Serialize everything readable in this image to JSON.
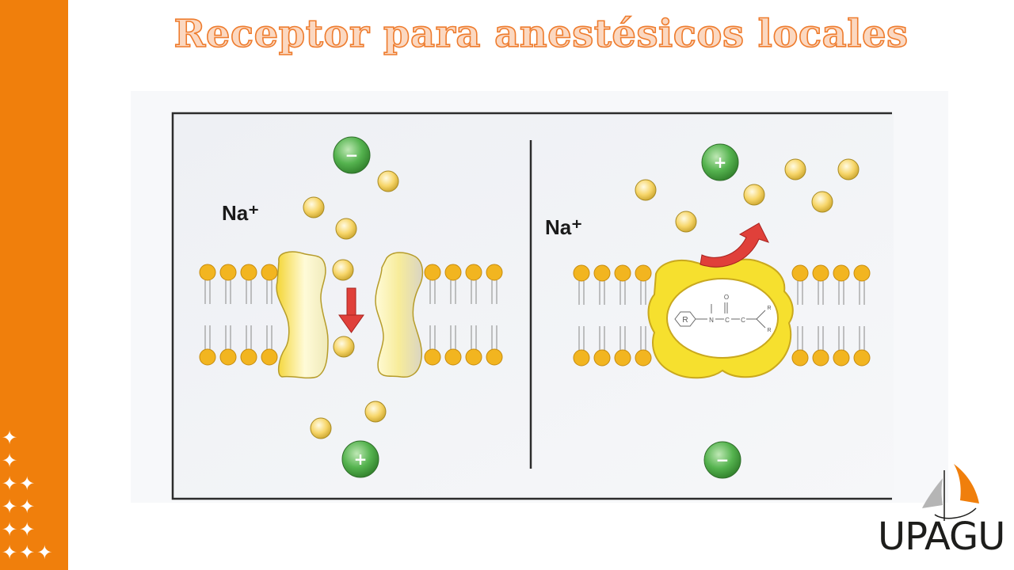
{
  "slide": {
    "title": "Receptor para anestésicos locales"
  },
  "diagram": {
    "left_panel": {
      "ion_label": "Na⁺",
      "top_charge": "−",
      "bottom_charge": "+"
    },
    "right_panel": {
      "ion_label": "Na⁺",
      "top_charge": "+",
      "bottom_charge": "−",
      "receptor_group_label": "R",
      "molecule_letters": [
        "N",
        "O",
        "C",
        "C",
        "R",
        "R"
      ]
    },
    "colors": {
      "sodium_ion": "#f7d66a",
      "charge_ball": "#4caf4f",
      "lipid_head": "#f2b520",
      "channel_protein": "#f6e25a",
      "arrow": "#e0403a",
      "accent_orange": "#f07f0c"
    }
  },
  "sidebar": {
    "decoration_icon": "four-point-star-icon"
  },
  "logo": {
    "text": "UPAGU"
  }
}
